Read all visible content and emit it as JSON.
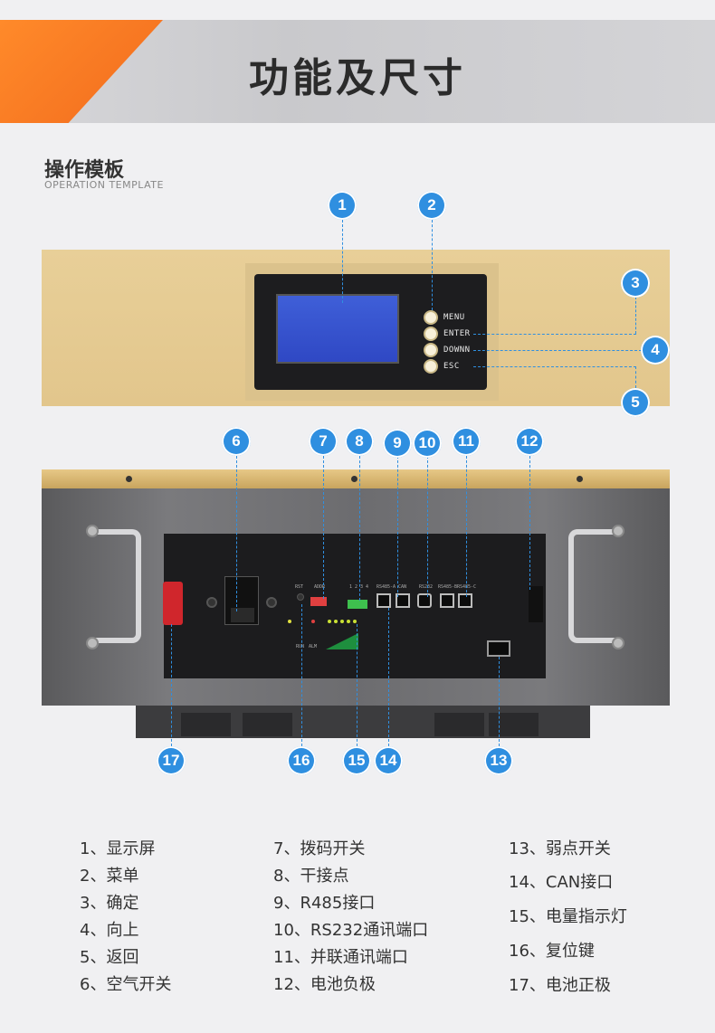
{
  "header": {
    "title": "功能及尺寸"
  },
  "section": {
    "title": "操作模板",
    "subtitle": "OPERATION TEMPLATE"
  },
  "panel": {
    "keys": [
      {
        "label": "MENU"
      },
      {
        "label": "ENTER"
      },
      {
        "label": "DOWNN"
      },
      {
        "label": "ESC"
      }
    ]
  },
  "module": {
    "port_labels": [
      "RST",
      "ADDR",
      "1 2 3 4",
      "RS485-A",
      "CAN",
      "RS232",
      "RS485-B",
      "RS485-C",
      "RUN",
      "ALM"
    ]
  },
  "callouts": [
    "1",
    "2",
    "3",
    "4",
    "5",
    "6",
    "7",
    "8",
    "9",
    "10",
    "11",
    "12",
    "13",
    "14",
    "15",
    "16",
    "17"
  ],
  "legend": {
    "col1": [
      "1、显示屏",
      "2、菜单",
      "3、确定",
      "4、向上",
      "5、返回",
      "6、空气开关"
    ],
    "col2": [
      "7、拨码开关",
      "8、干接点",
      "9、R485接口",
      "10、RS232通讯端口",
      "11、并联通讯端口",
      "12、电池负极"
    ],
    "col3": [
      "13、弱点开关",
      "14、CAN接口",
      "15、电量指示灯",
      "16、复位键",
      "17、电池正极"
    ]
  },
  "colors": {
    "accent": "#f26b1d",
    "callout": "#2f8fe0",
    "panel_gold": "#e2c68c",
    "lcd": "#2f48c4"
  }
}
